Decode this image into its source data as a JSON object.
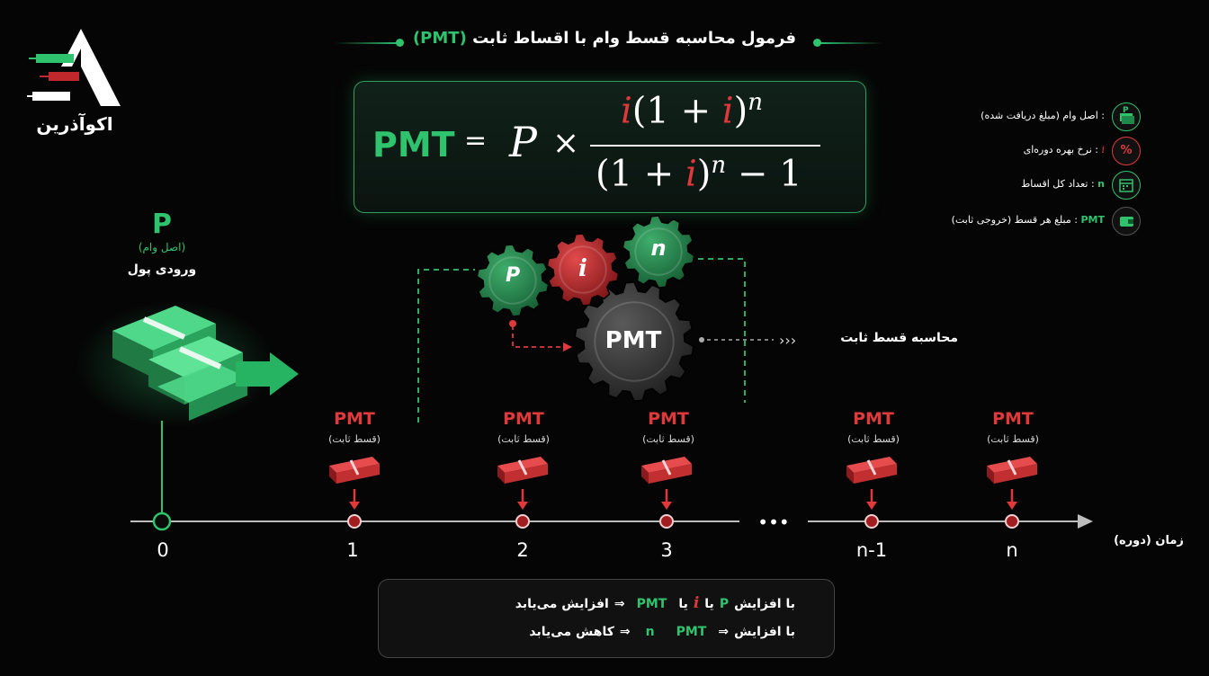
{
  "title": {
    "prefix": "فرمول محاسبه قسط وام با اقساط ثابت",
    "highlight": "(PMT)"
  },
  "logo": {
    "text": "اکوآذرین"
  },
  "formula": {
    "lhs": "PMT",
    "eq": "=",
    "p": "P",
    "times": "×",
    "num_i": "i",
    "num_rest": "(1 + ",
    "num_i2": "i",
    "num_close": ")",
    "num_exp": "n",
    "den_open": "(1 + ",
    "den_i": "i",
    "den_close": ")",
    "den_exp": "n",
    "den_tail": " − 1"
  },
  "legend": [
    {
      "icon": "P",
      "key": "",
      "sep": ":",
      "text": "اصل وام (مبلغ دریافت شده)"
    },
    {
      "icon": "%",
      "key": "i",
      "sep": ":",
      "text": "نرخ بهره دوره‌ای"
    },
    {
      "icon": "",
      "key": "n",
      "sep": ":",
      "text": "تعداد کل اقساط"
    },
    {
      "icon": "",
      "key": "PMT",
      "sep": ":",
      "text": "مبلغ هر قسط (خروجی ثابت)"
    }
  ],
  "input": {
    "letter": "P",
    "sub": "(اصل وام)",
    "label": "ورودی پول"
  },
  "gears": {
    "p": "P",
    "i": "i",
    "n": "n",
    "pmt": "PMT"
  },
  "calc_label": "محاسبه قسط ثابت",
  "payments": {
    "label": "PMT",
    "sub": "(قسط ثابت)"
  },
  "timeline": {
    "ticks": [
      "0",
      "1",
      "2",
      "3",
      "n-1",
      "n"
    ],
    "ellipsis": "•••",
    "axis_label": "زمان (دوره)"
  },
  "notes": {
    "line1": {
      "a": "با افزایش",
      "p": "P",
      "or1": "یا",
      "i": "i",
      "or2": "یا",
      "pmt": "PMT",
      "arrow": "⇒",
      "result": "افزایش می‌یابد"
    },
    "line2": {
      "a": "با افزایش",
      "n": "n",
      "arrow1": "⇒",
      "pmt": "PMT",
      "arrow2": "⇒",
      "result": "کاهش می‌یابد"
    }
  },
  "colors": {
    "green": "#2fc36e",
    "red": "#e0393b",
    "gear_gray": "#3a3a3a"
  }
}
